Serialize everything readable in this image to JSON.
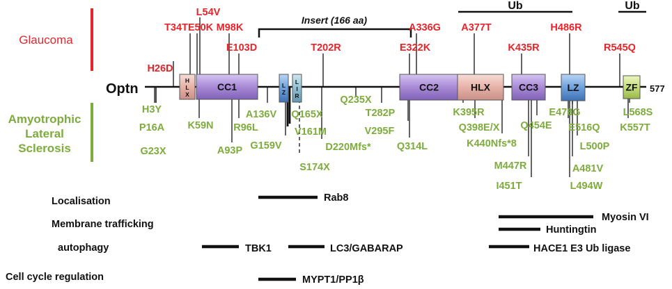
{
  "protein": {
    "name": "Optn",
    "length": "577"
  },
  "categories": {
    "glaucoma": "Glaucoma",
    "als": [
      "Amyotrophic",
      "Lateral",
      "Sclerosis"
    ]
  },
  "insert_label": "Insert (166 aa)",
  "ub_labels": [
    "Ub",
    "Ub"
  ],
  "domains": {
    "hlx1": "HLX",
    "cc1": "CC1",
    "lz1": "LZ",
    "lir": "LIR",
    "cc2": "CC2",
    "hlx2": "HLX",
    "cc3": "CC3",
    "lz2": "LZ",
    "zf": "ZF"
  },
  "glaucoma_mutations": [
    "H26D",
    "T34T",
    "L54V",
    "E50K",
    "M98K",
    "E103D",
    "T202R",
    "A336G",
    "E322K",
    "A377T",
    "K435R",
    "H486R",
    "R545Q"
  ],
  "als_mutations": [
    "H3Y",
    "P16A",
    "G23X",
    "K59N",
    "A93P",
    "R96L",
    "A136V",
    "G159V",
    "Q165X",
    "V161M",
    "S174X",
    "D220Mfs*",
    "Q235X",
    "T282P",
    "V295F",
    "Q314L",
    "K395R",
    "Q398E/X",
    "K440Nfs*8",
    "M447R",
    "I451T",
    "Q454E",
    "E478G",
    "E516Q",
    "L500P",
    "A481V",
    "L494W",
    "L568S",
    "K557T"
  ],
  "functions": [
    "Localisation",
    "Membrane trafficking",
    "autophagy",
    "Cell cycle regulation"
  ],
  "partners": [
    "Rab8",
    "Myosin VI",
    "Huntingtin",
    "TBK1",
    "LC3/GABARAP",
    "HACE1 E3 Ub ligase",
    "MYPT1/PP1β"
  ],
  "colors": {
    "glaucoma": "#e8242a",
    "als": "#7dac3c",
    "hlx": "#e8b8b0",
    "cc": "#a98ad6",
    "lz": "#6ea0dc",
    "lir": "#8fc2d6",
    "zf": "#c6df7a"
  }
}
